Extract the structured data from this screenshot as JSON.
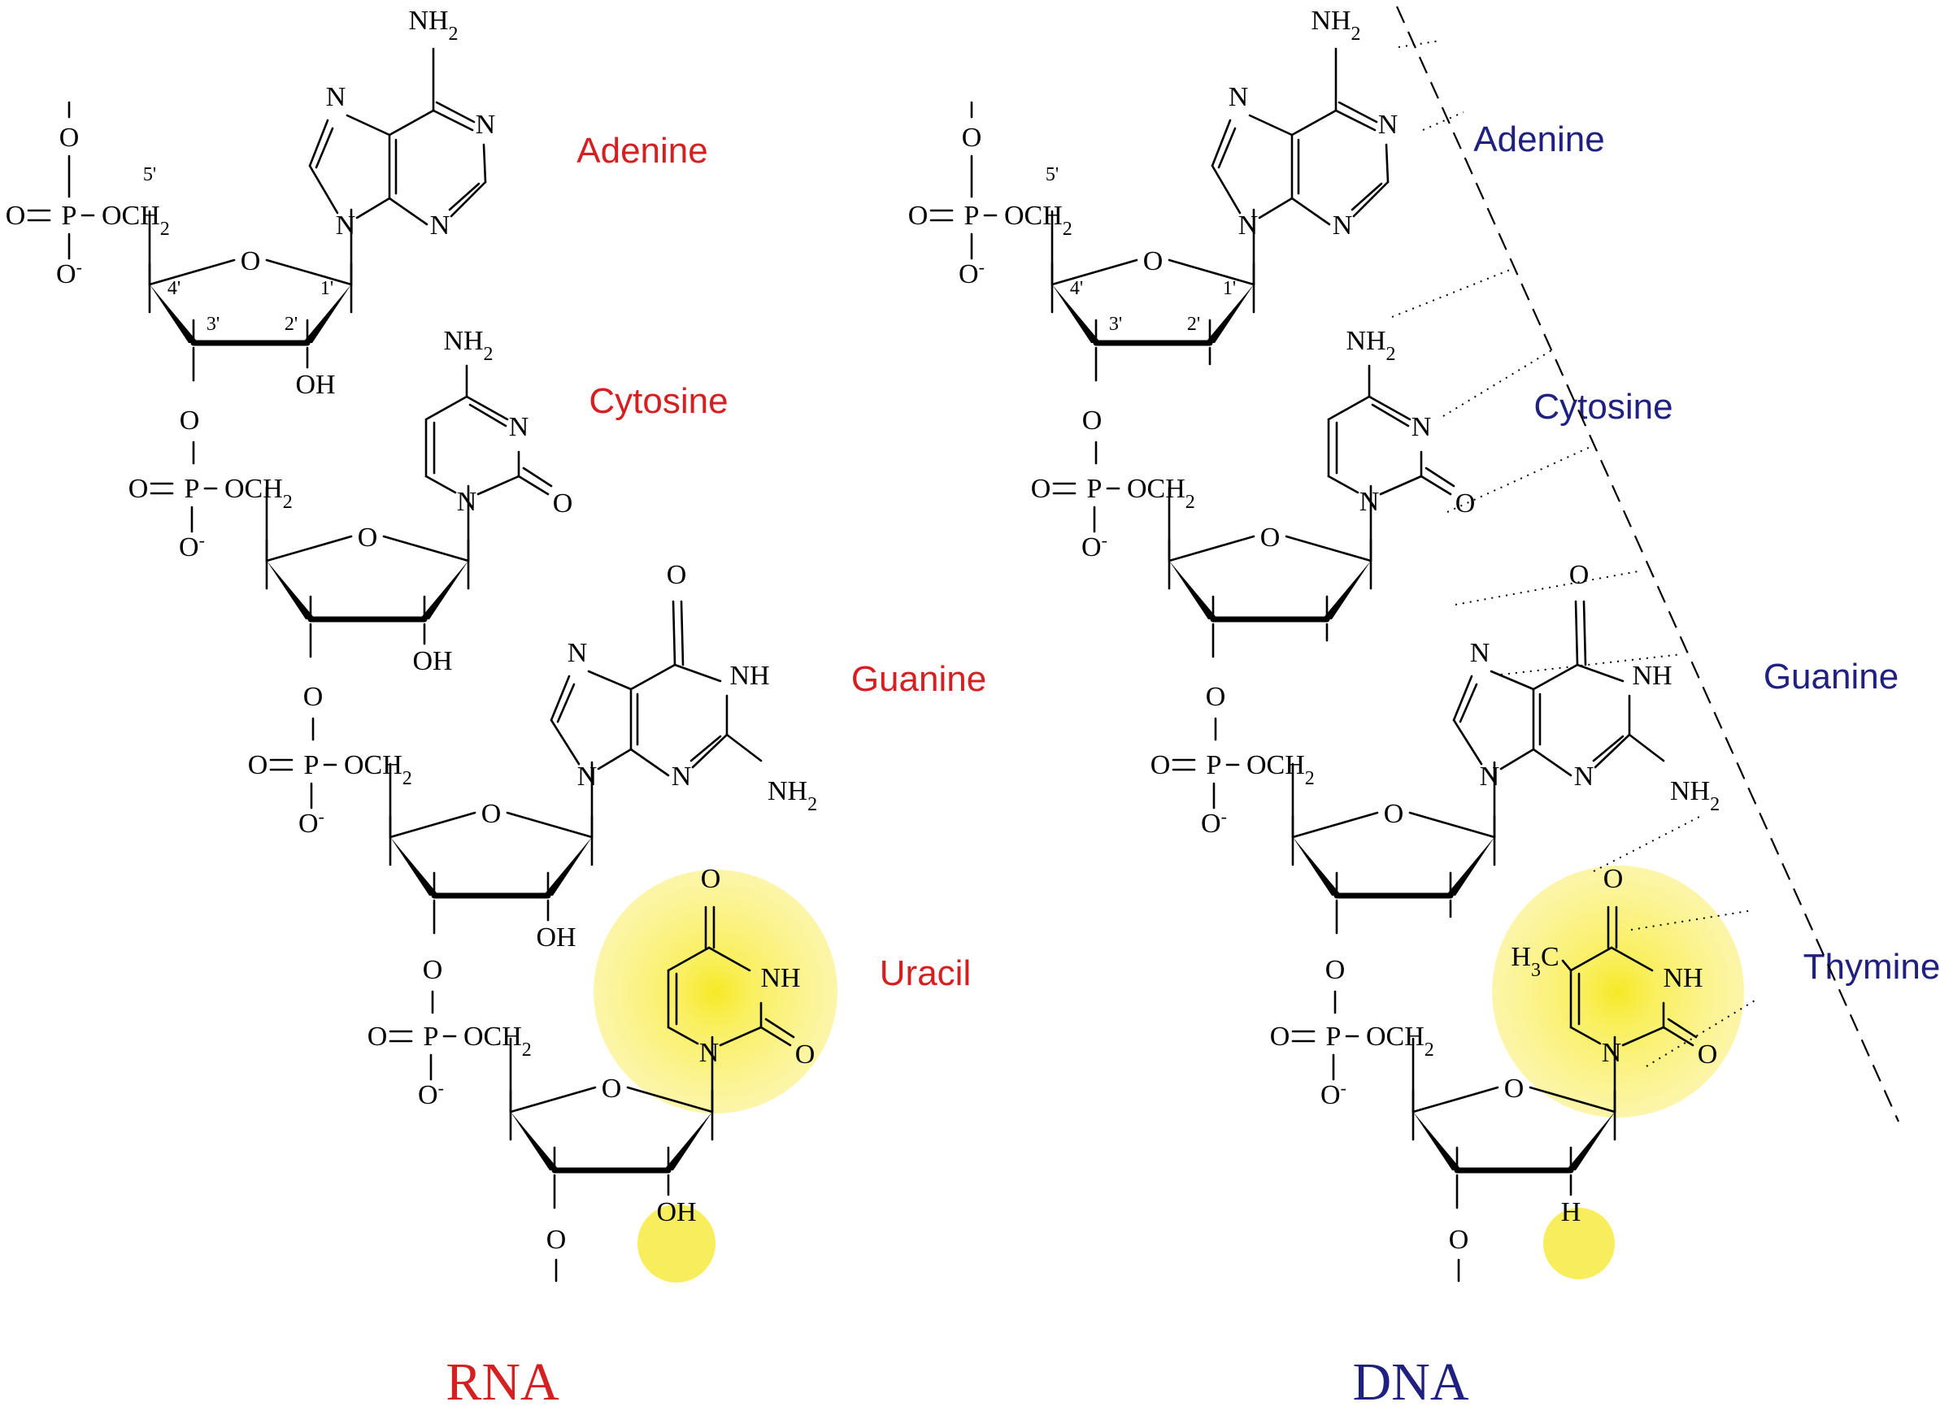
{
  "figure": {
    "rna": {
      "caption": "RNA",
      "caption_color": "#d42020",
      "label_color": "#d42020",
      "bases": [
        "Adenine",
        "Cytosine",
        "Guanine",
        "Uracil"
      ],
      "highlight_sugar_group": "OH"
    },
    "dna": {
      "caption": "DNA",
      "caption_color": "#202080",
      "label_color": "#202080",
      "bases": [
        "Adenine",
        "Cytosine",
        "Guanine",
        "Thymine"
      ],
      "highlight_sugar_group": "H"
    },
    "highlight_color": "#f5e400",
    "atoms": {
      "O": "O",
      "N": "N",
      "P": "P",
      "H": "H",
      "OH": "OH",
      "NH": "NH",
      "NH2": "NH",
      "NH2_sub": "2",
      "OCH2": "OCH",
      "OCH2_sub": "2",
      "H3C": "H",
      "H3C_sub": "3",
      "H3C_rest": "C",
      "O_minus": "O",
      "minus": "-"
    },
    "primes": [
      "5'",
      "4'",
      "3'",
      "2'",
      "1'"
    ]
  }
}
